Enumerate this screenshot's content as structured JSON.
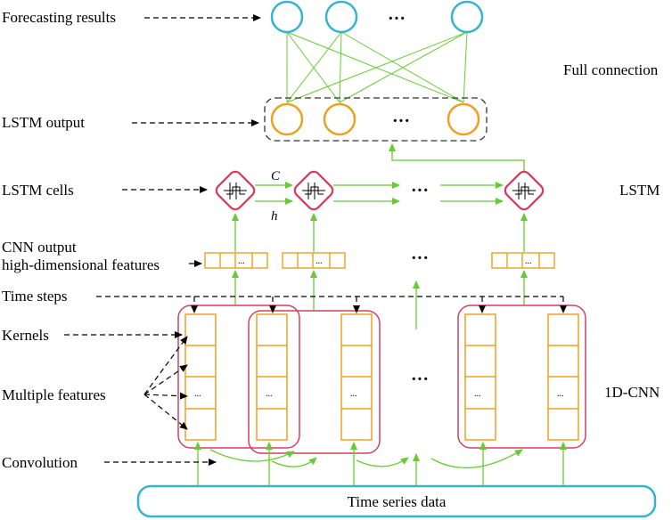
{
  "labels": {
    "forecasting_results": "Forecasting results",
    "full_connection": "Full connection",
    "lstm_output": "LSTM output",
    "lstm_cells": "LSTM cells",
    "lstm": "LSTM",
    "cnn_output_line1": "CNN output",
    "cnn_output_line2": "high-dimensional features",
    "time_steps": "Time steps",
    "kernels": "Kernels",
    "multiple_features": "Multiple features",
    "cnn_1d": "1D-CNN",
    "convolution": "Convolution",
    "time_series_data": "Time series data"
  },
  "symbols": {
    "ellipsis": "···",
    "small_ellipsis": "...",
    "cell_state": "C",
    "hidden_state": "h"
  },
  "colors": {
    "output_node": "#33b5cf",
    "lstm_output_node": "#f0a020",
    "lstm_cell": "#d04060",
    "cnn_box": "#d04060",
    "kernel": "#f0a020",
    "connection": "#66cc33",
    "time_series": "#33b5cf",
    "dashed_arrow": "#000000"
  }
}
